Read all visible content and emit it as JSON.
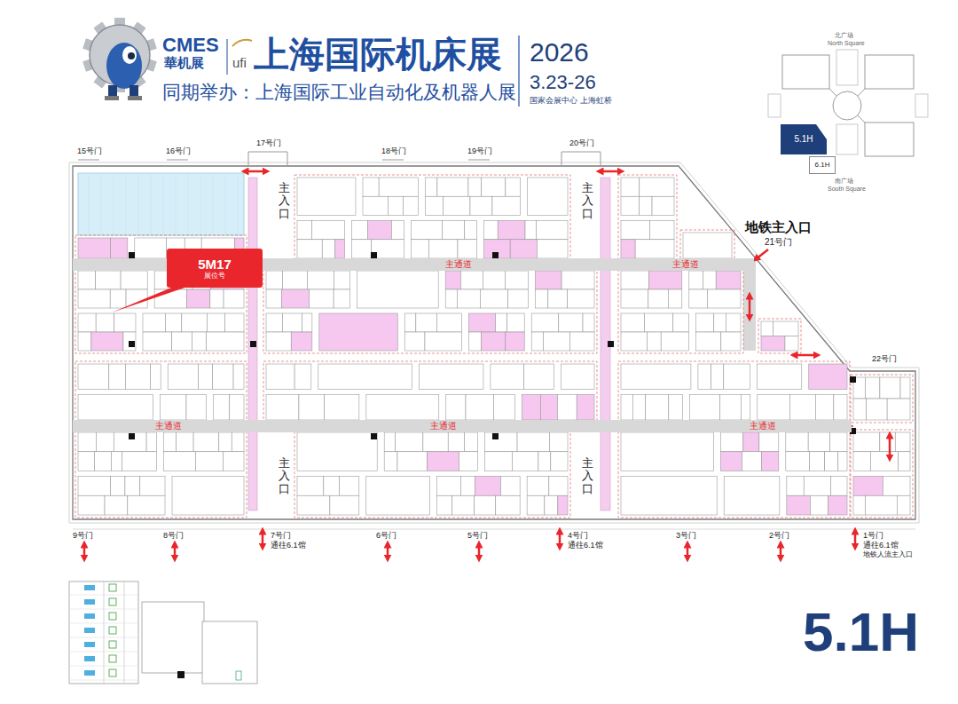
{
  "diagram": {
    "title": "上海国际机床展",
    "nodes": [
      {
        "text": [
          "主通道",
          "主通道"
        ]
      },
      {
        "text": [
          "主通道",
          "主通道",
          "主通道"
        ]
      },
      {
        "text": [
          "5M17",
          "展位号"
        ]
      },
      {
        "text": [
          "5.1H"
        ]
      },
      {
        "text": [
          "6.1H"
        ]
      }
    ],
    "labels": [
      "CMES",
      "華机展",
      "ufi",
      "2026",
      "3.23-26",
      "同期举办：上海国际工业自动化及机器人展",
      "国家会展中心 上海虹桥",
      "北广场",
      "North Square",
      "南广场",
      "South Square",
      "15号门",
      "16号门",
      "17号门",
      "18号门",
      "19号门",
      "20号门",
      "地铁主入口",
      "21号门",
      "22号门",
      "主入口",
      "主入口",
      "主入口",
      "主入口",
      "9号门",
      "8号门",
      "7号门",
      "通往6.1馆",
      "6号门",
      "5号门",
      "4号门",
      "通往6.1馆",
      "3号门",
      "2号门",
      "1号门",
      "通往6.1馆",
      "地铁人流主入口",
      "5.1H"
    ]
  }
}
